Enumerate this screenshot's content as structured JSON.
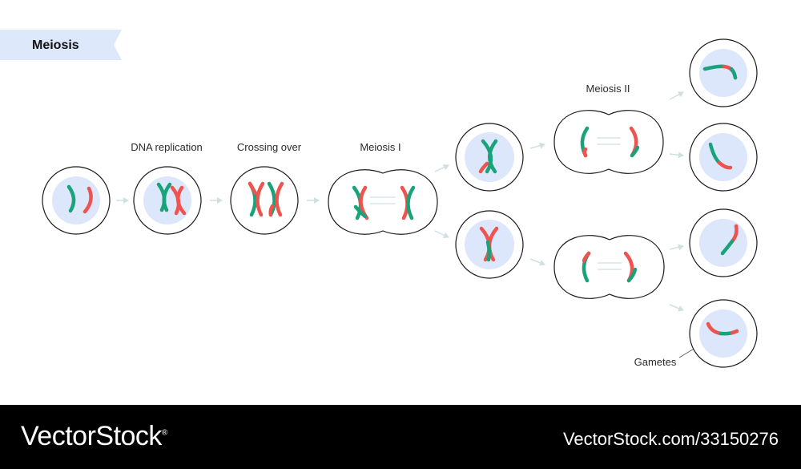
{
  "title": "Meiosis",
  "stage_labels": {
    "dna_replication": "DNA replication",
    "crossing_over": "Crossing over",
    "meiosis_1": "Meiosis I",
    "meiosis_2": "Meiosis II",
    "gametes": "Gametes"
  },
  "colors": {
    "green": "#1aa37a",
    "red": "#ef5350",
    "nucleus": "#dce7fb",
    "outline": "#1a1a1a",
    "arrow": "#cfe0e3",
    "banner_bg": "#000000",
    "title_bg": "#dde8fb"
  },
  "watermark": {
    "logo": "VectorStock",
    "reg": "®",
    "url": "VectorStock.com/33150276"
  }
}
